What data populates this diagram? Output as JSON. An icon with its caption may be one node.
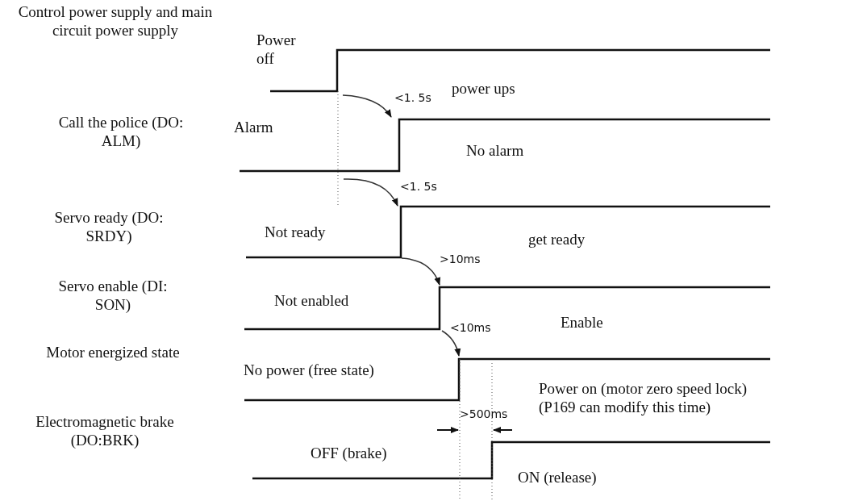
{
  "diagram": {
    "labels": [
      "Control power supply and main circuit power supply",
      "Power off",
      "power ups",
      "<1. 5s",
      "Call the police (DO: ALM)",
      "Alarm",
      "No alarm",
      "<1. 5s",
      "Servo ready (DO: SRDY)",
      "Not ready",
      "get ready",
      ">10ms",
      "Servo enable (DI: SON)",
      "Not enabled",
      "Enable",
      "<10ms",
      "Motor energized state",
      "No power (free state)",
      "Power on (motor zero speed lock) (P169 can modify this time)",
      ">500ms",
      "Electromagnetic brake (DO:BRK)",
      "OFF (brake)",
      "ON (release)"
    ]
  }
}
